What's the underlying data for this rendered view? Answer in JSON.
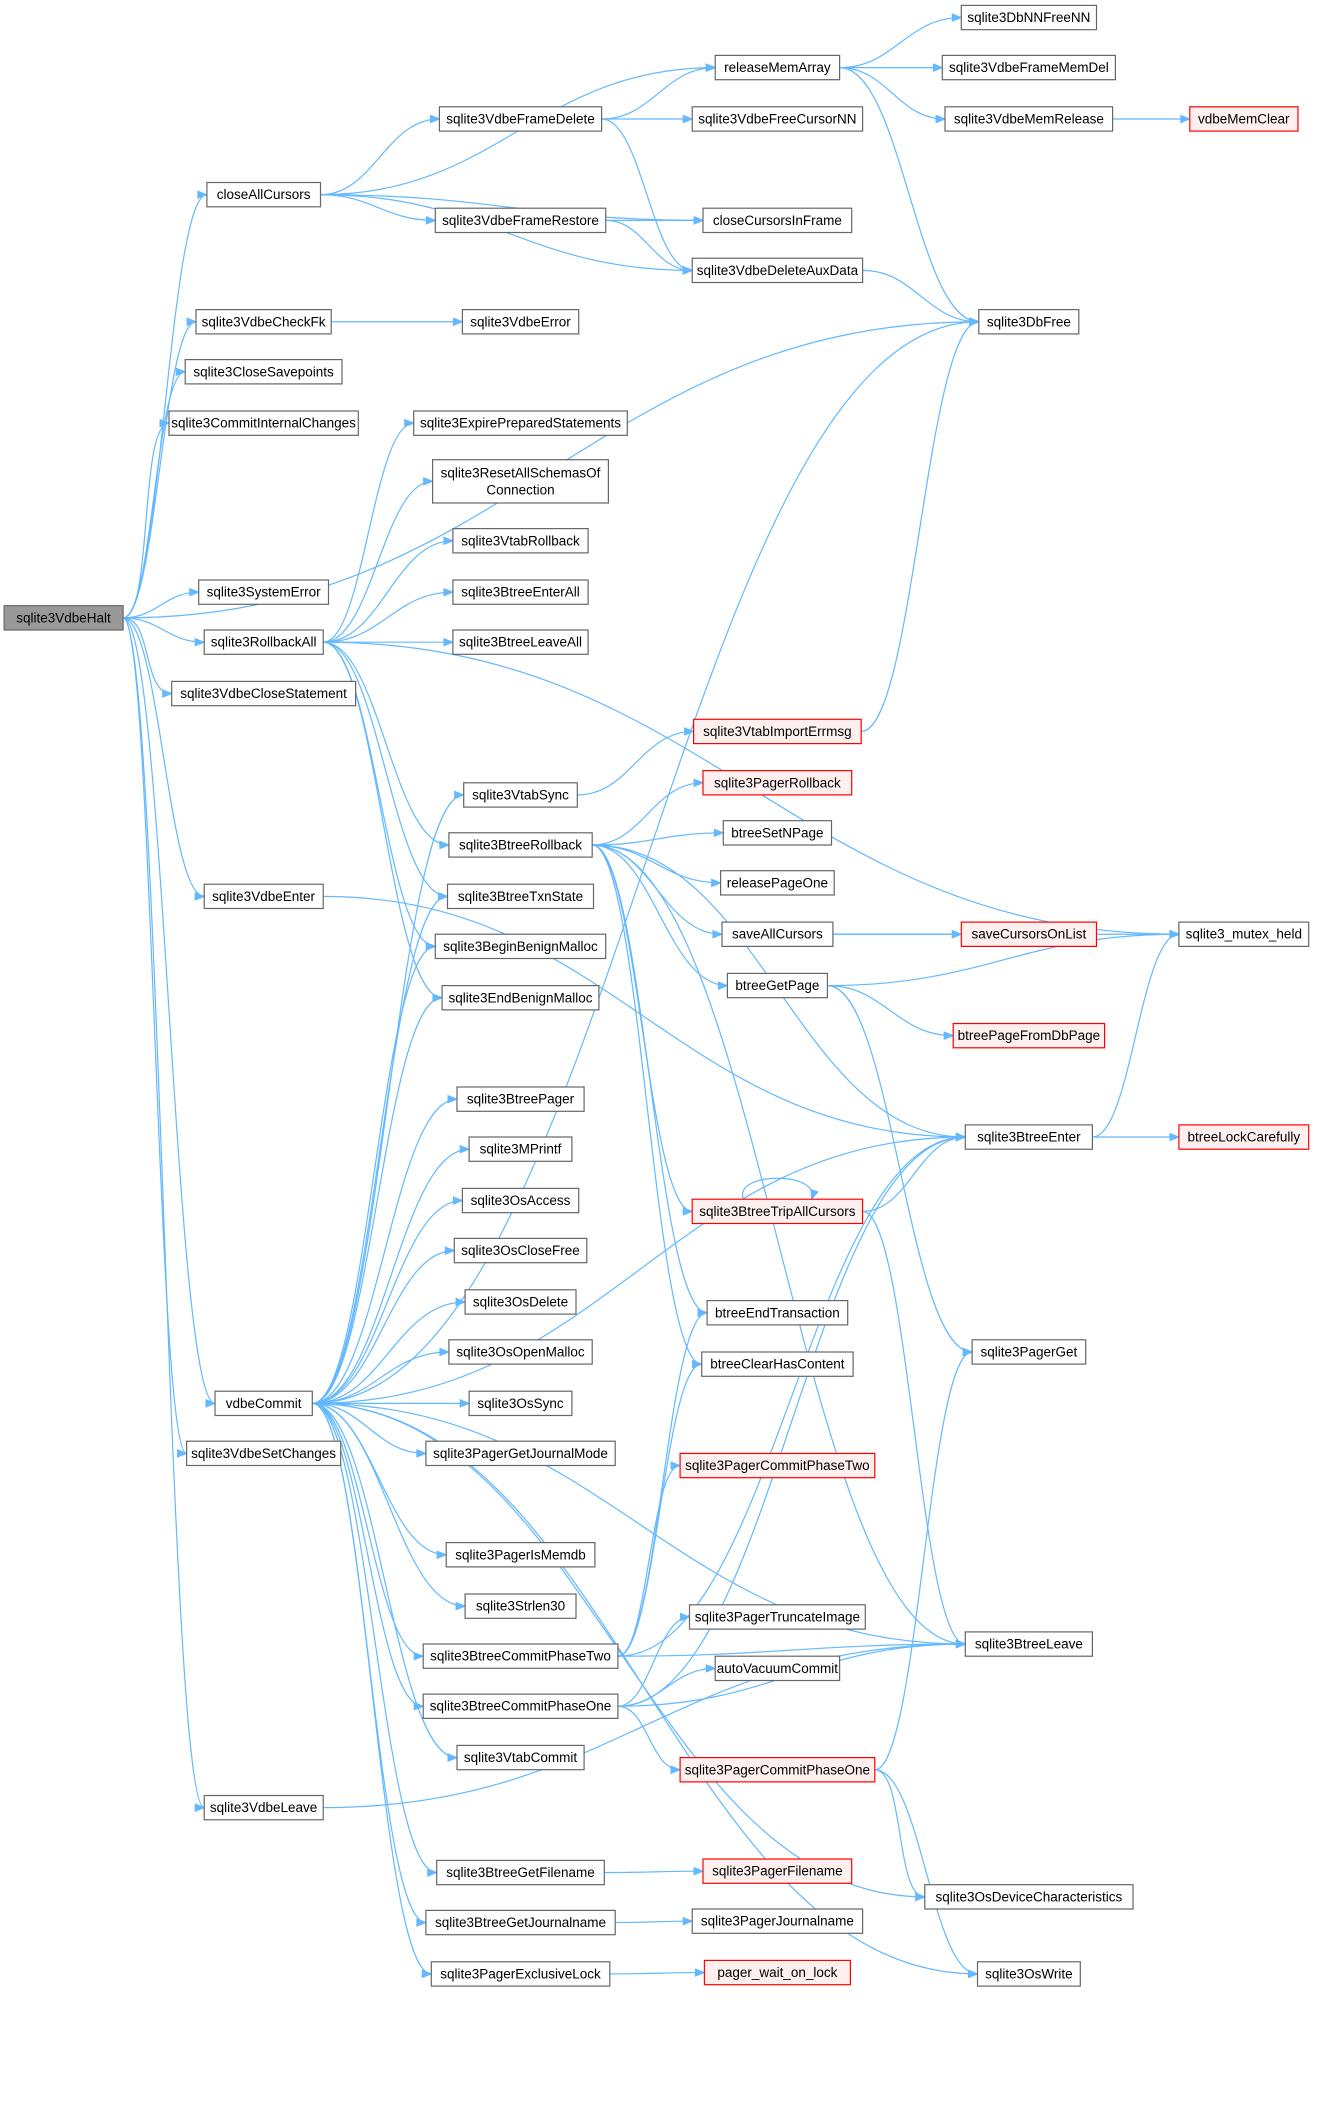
{
  "colors": {
    "edge": "#63b8ff",
    "node_border": "#666666",
    "node_fill": "#ffffff",
    "root_fill": "#999999",
    "highlight_border": "#ff0000",
    "highlight_fill": "#fff0f0"
  },
  "nodes": [
    {
      "id": "halt",
      "label": "sqlite3VdbeHalt",
      "root": true
    },
    {
      "id": "closeAllCursors",
      "label": "closeAllCursors"
    },
    {
      "id": "checkFk",
      "label": "sqlite3VdbeCheckFk"
    },
    {
      "id": "closeSavepoints",
      "label": "sqlite3CloseSavepoints"
    },
    {
      "id": "commitInternal",
      "label": "sqlite3CommitInternalChanges"
    },
    {
      "id": "systemError",
      "label": "sqlite3SystemError"
    },
    {
      "id": "rollbackAll",
      "label": "sqlite3RollbackAll"
    },
    {
      "id": "closeStatement",
      "label": "sqlite3VdbeCloseStatement"
    },
    {
      "id": "vdbeEnter",
      "label": "sqlite3VdbeEnter"
    },
    {
      "id": "vdbeCommit",
      "label": "vdbeCommit"
    },
    {
      "id": "setChanges",
      "label": "sqlite3VdbeSetChanges"
    },
    {
      "id": "vdbeLeave",
      "label": "sqlite3VdbeLeave"
    },
    {
      "id": "frameDelete",
      "label": "sqlite3VdbeFrameDelete"
    },
    {
      "id": "frameRestore",
      "label": "sqlite3VdbeFrameRestore"
    },
    {
      "id": "vdbeError",
      "label": "sqlite3VdbeError"
    },
    {
      "id": "expirePrepared",
      "label": "sqlite3ExpirePreparedStatements"
    },
    {
      "id": "resetSchemas",
      "label": "sqlite3ResetAllSchemasOf\nConnection"
    },
    {
      "id": "vtabRollback",
      "label": "sqlite3VtabRollback"
    },
    {
      "id": "btreeEnterAll",
      "label": "sqlite3BtreeEnterAll"
    },
    {
      "id": "btreeLeaveAll",
      "label": "sqlite3BtreeLeaveAll"
    },
    {
      "id": "vtabSync",
      "label": "sqlite3VtabSync"
    },
    {
      "id": "btreeRollback",
      "label": "sqlite3BtreeRollback"
    },
    {
      "id": "btreeTxnState",
      "label": "sqlite3BtreeTxnState"
    },
    {
      "id": "beginBenign",
      "label": "sqlite3BeginBenignMalloc"
    },
    {
      "id": "endBenign",
      "label": "sqlite3EndBenignMalloc"
    },
    {
      "id": "btreePager",
      "label": "sqlite3BtreePager"
    },
    {
      "id": "mprintf",
      "label": "sqlite3MPrintf"
    },
    {
      "id": "osAccess",
      "label": "sqlite3OsAccess"
    },
    {
      "id": "osCloseFree",
      "label": "sqlite3OsCloseFree"
    },
    {
      "id": "osDelete",
      "label": "sqlite3OsDelete"
    },
    {
      "id": "osOpenMalloc",
      "label": "sqlite3OsOpenMalloc"
    },
    {
      "id": "osSync",
      "label": "sqlite3OsSync"
    },
    {
      "id": "pagerGetJournalMode",
      "label": "sqlite3PagerGetJournalMode"
    },
    {
      "id": "pagerIsMemdb",
      "label": "sqlite3PagerIsMemdb"
    },
    {
      "id": "strlen30",
      "label": "sqlite3Strlen30"
    },
    {
      "id": "btreeCommitTwo",
      "label": "sqlite3BtreeCommitPhaseTwo"
    },
    {
      "id": "btreeCommitOne",
      "label": "sqlite3BtreeCommitPhaseOne"
    },
    {
      "id": "vtabCommit",
      "label": "sqlite3VtabCommit"
    },
    {
      "id": "btreeGetFilename",
      "label": "sqlite3BtreeGetFilename"
    },
    {
      "id": "btreeGetJournalname",
      "label": "sqlite3BtreeGetJournalname"
    },
    {
      "id": "pagerExclusiveLock",
      "label": "sqlite3PagerExclusiveLock"
    },
    {
      "id": "releaseMemArray",
      "label": "releaseMemArray"
    },
    {
      "id": "freeCursorNN",
      "label": "sqlite3VdbeFreeCursorNN"
    },
    {
      "id": "closeCursorsInFrame",
      "label": "closeCursorsInFrame"
    },
    {
      "id": "deleteAuxData",
      "label": "sqlite3VdbeDeleteAuxData"
    },
    {
      "id": "vtabImportErrmsg",
      "label": "sqlite3VtabImportErrmsg",
      "red": true
    },
    {
      "id": "pagerRollback",
      "label": "sqlite3PagerRollback",
      "red": true
    },
    {
      "id": "btreeSetNPage",
      "label": "btreeSetNPage"
    },
    {
      "id": "releasePageOne",
      "label": "releasePageOne"
    },
    {
      "id": "saveAllCursors",
      "label": "saveAllCursors"
    },
    {
      "id": "btreeGetPage",
      "label": "btreeGetPage"
    },
    {
      "id": "tripAllCursors",
      "label": "sqlite3BtreeTripAllCursors",
      "red": true
    },
    {
      "id": "btreeEndTransaction",
      "label": "btreeEndTransaction"
    },
    {
      "id": "btreeClearHasContent",
      "label": "btreeClearHasContent"
    },
    {
      "id": "pagerCommitTwo",
      "label": "sqlite3PagerCommitPhaseTwo",
      "red": true
    },
    {
      "id": "pagerTruncateImage",
      "label": "sqlite3PagerTruncateImage"
    },
    {
      "id": "autoVacuumCommit",
      "label": "autoVacuumCommit"
    },
    {
      "id": "pagerCommitOne",
      "label": "sqlite3PagerCommitPhaseOne",
      "red": true
    },
    {
      "id": "pagerFilename",
      "label": "sqlite3PagerFilename",
      "red": true
    },
    {
      "id": "pagerJournalname",
      "label": "sqlite3PagerJournalname"
    },
    {
      "id": "pagerWaitOnLock",
      "label": "pager_wait_on_lock",
      "red": true
    },
    {
      "id": "dbNNFreeNN",
      "label": "sqlite3DbNNFreeNN"
    },
    {
      "id": "frameMemDel",
      "label": "sqlite3VdbeFrameMemDel"
    },
    {
      "id": "memRelease",
      "label": "sqlite3VdbeMemRelease"
    },
    {
      "id": "dbFree",
      "label": "sqlite3DbFree"
    },
    {
      "id": "saveCursorsOnList",
      "label": "saveCursorsOnList",
      "red": true
    },
    {
      "id": "btreePageFromDbPage",
      "label": "btreePageFromDbPage",
      "red": true
    },
    {
      "id": "btreeEnter",
      "label": "sqlite3BtreeEnter"
    },
    {
      "id": "pagerGet",
      "label": "sqlite3PagerGet"
    },
    {
      "id": "btreeLeave",
      "label": "sqlite3BtreeLeave"
    },
    {
      "id": "osDeviceChar",
      "label": "sqlite3OsDeviceCharacteristics"
    },
    {
      "id": "osWrite",
      "label": "sqlite3OsWrite"
    },
    {
      "id": "memClear",
      "label": "vdbeMemClear",
      "red": true
    },
    {
      "id": "mutexHeld",
      "label": "sqlite3_mutex_held"
    },
    {
      "id": "btreeLockCarefully",
      "label": "btreeLockCarefully",
      "red": true
    }
  ]
}
